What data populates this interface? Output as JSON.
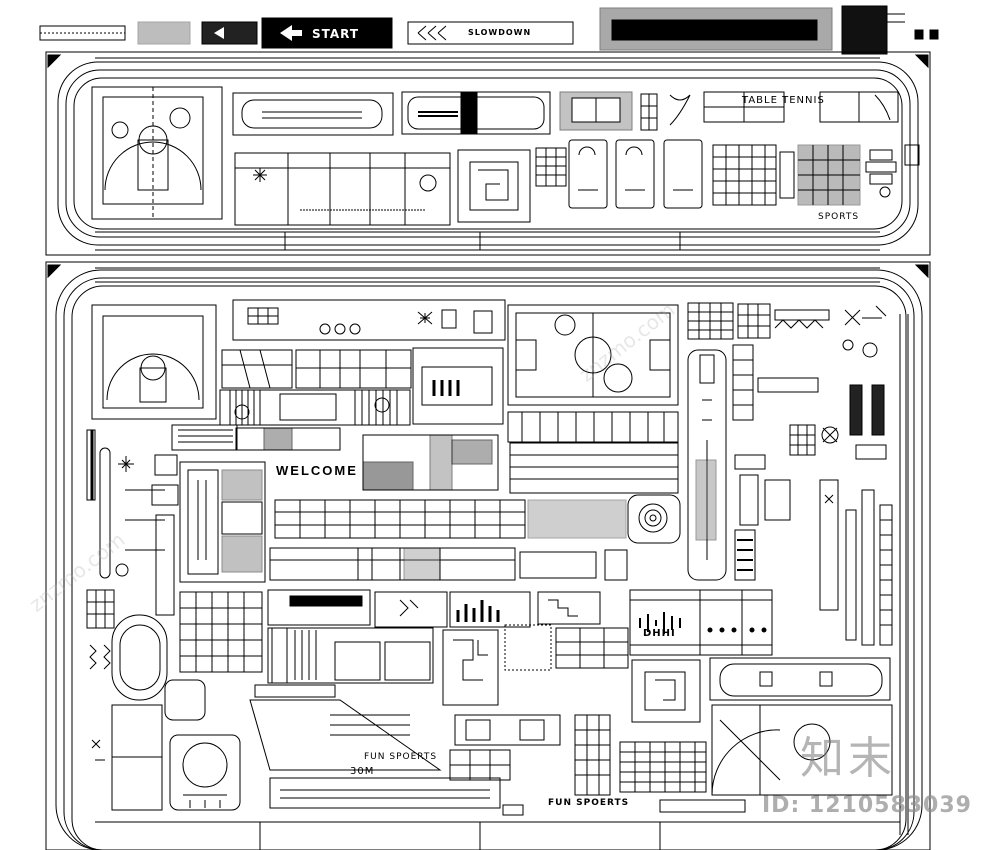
{
  "header_strip": {
    "labels": [
      "START",
      "SLOWDOWN"
    ]
  },
  "top_panel": {
    "labels": [
      "TABLE TENNIS",
      "SPORTS"
    ]
  },
  "bottom_panel": {
    "labels": [
      "WELCOME",
      "DHHI",
      "FUN SPOERTS",
      "FUN SPOERTS",
      "30M"
    ]
  },
  "watermark": {
    "logo": "知末",
    "id": "ID: 1210583039",
    "diagonal": "znzmo.com"
  }
}
